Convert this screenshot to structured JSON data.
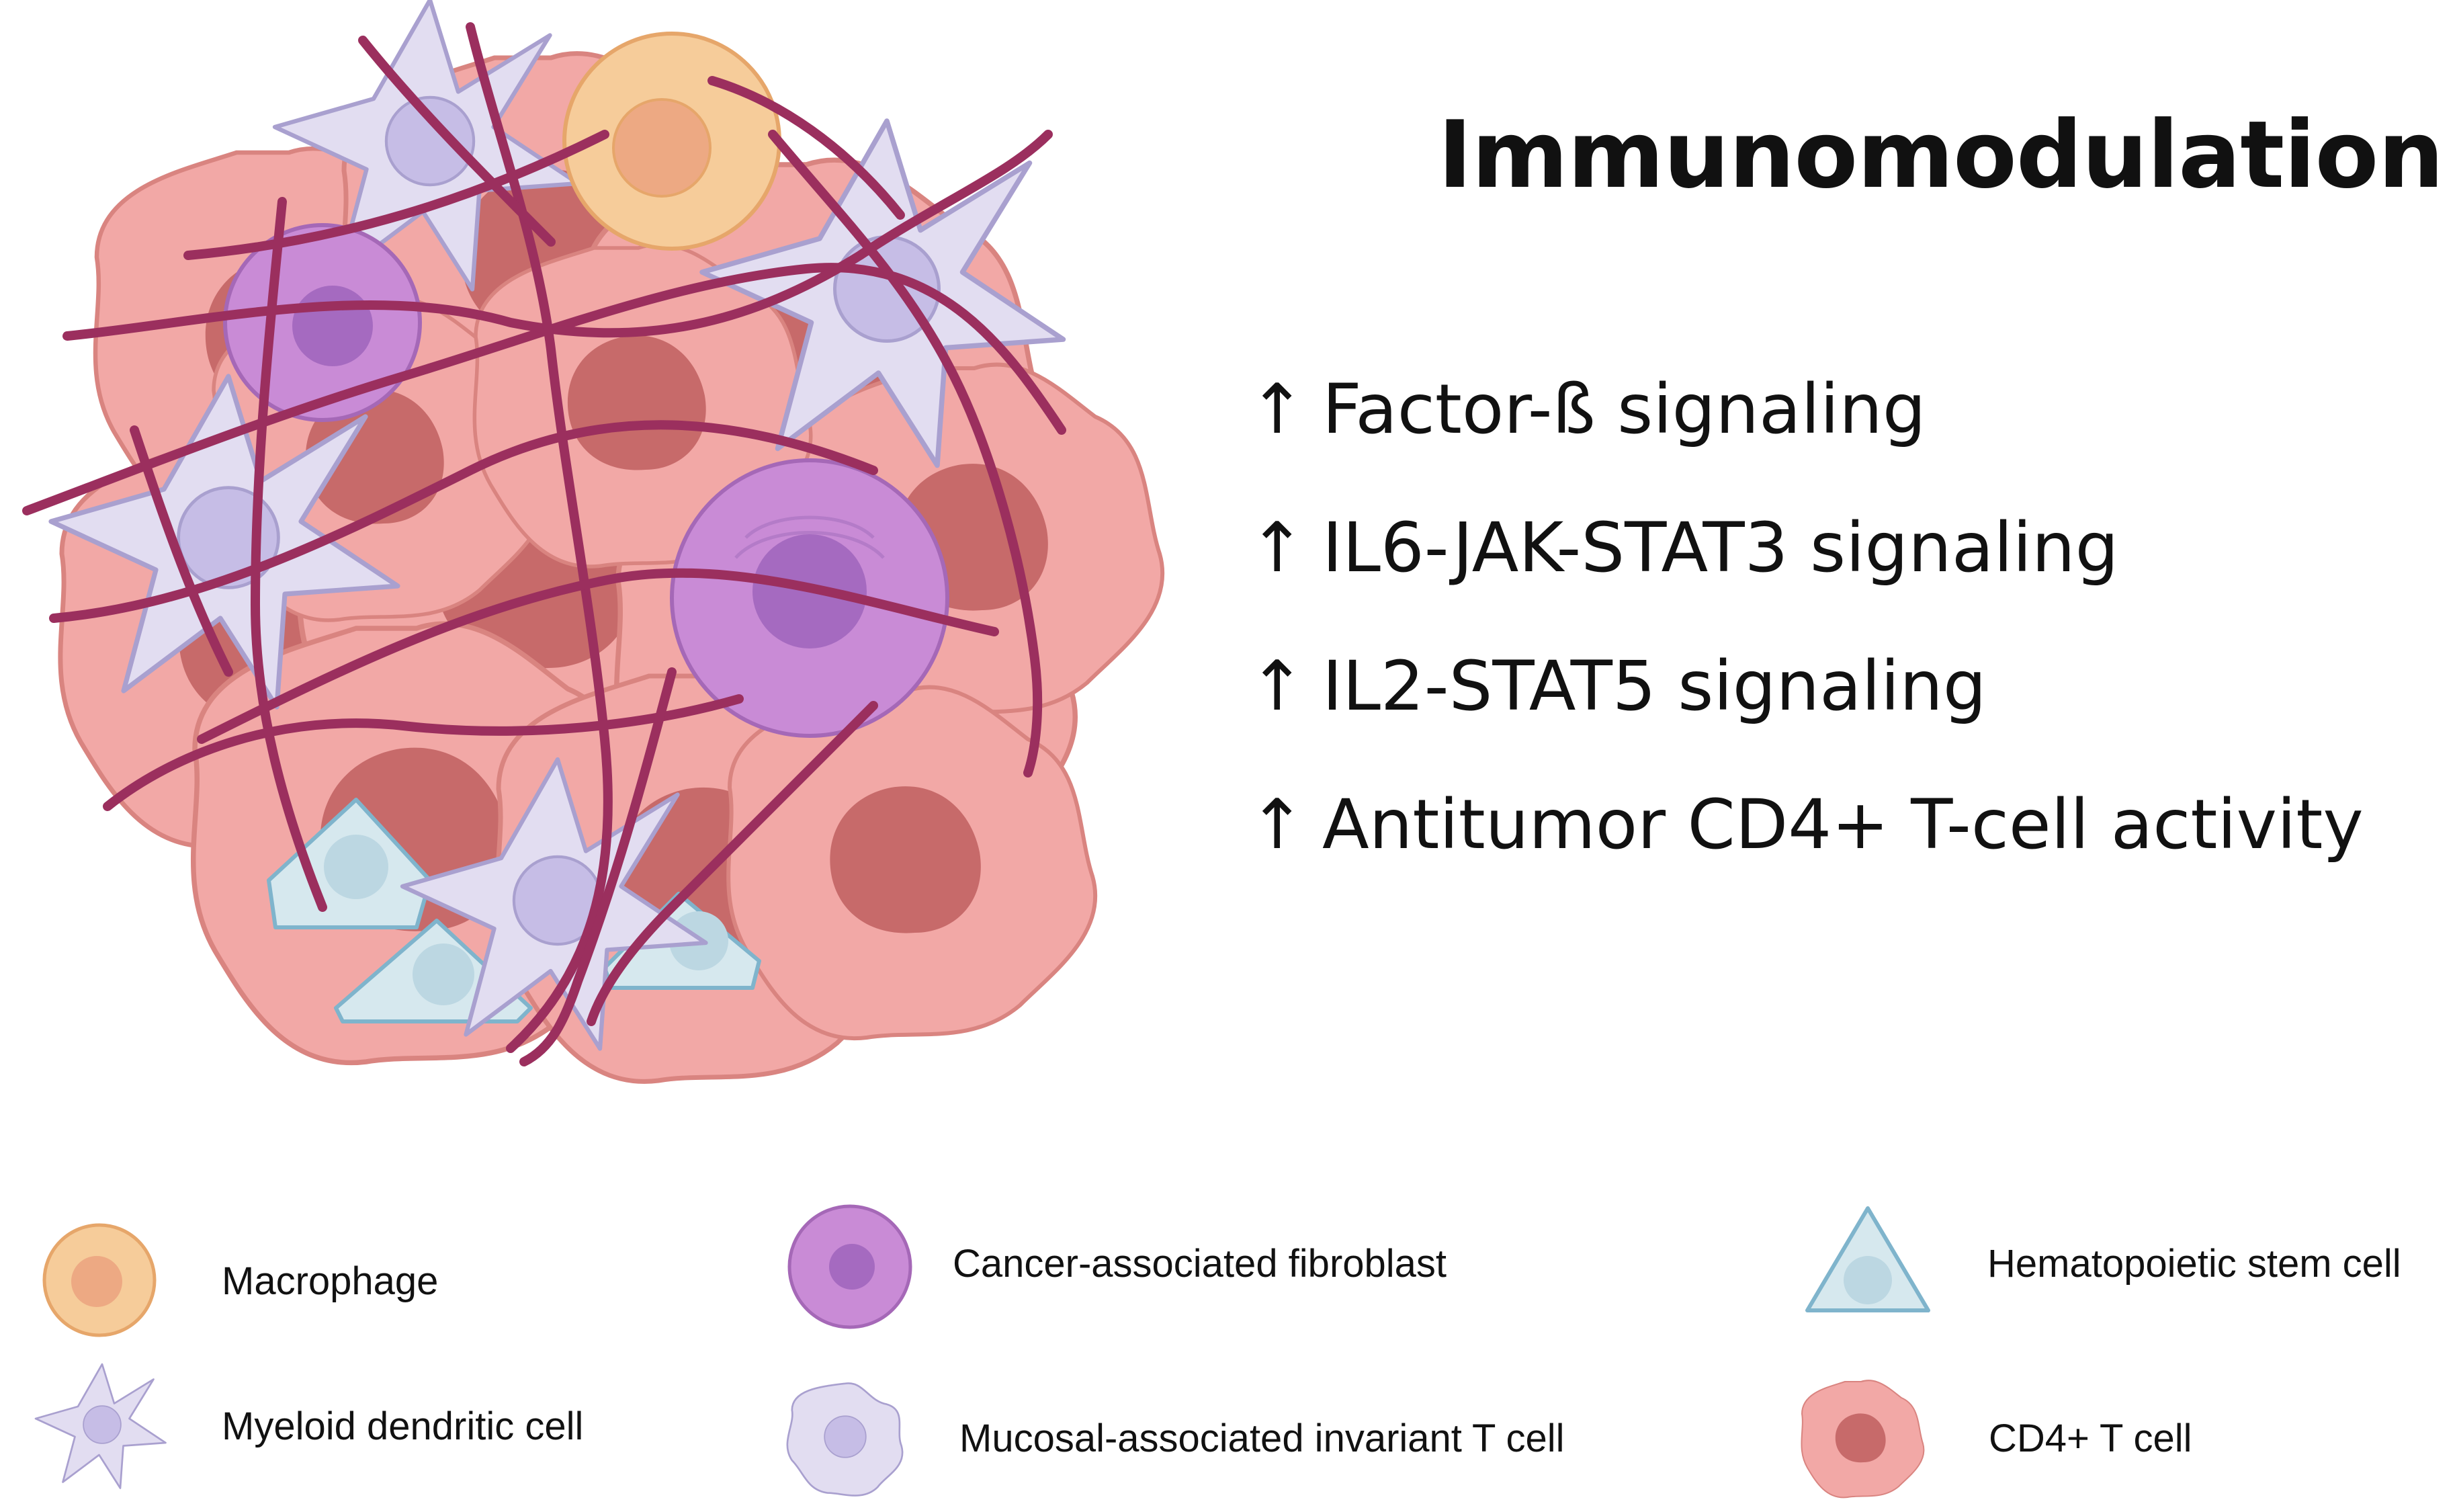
{
  "title": "Immunomodulation",
  "effects": [
    {
      "arrow": "↑",
      "text": "Factor-ß signaling"
    },
    {
      "arrow": "↑",
      "text": "IL6-JAK-STAT3 signaling"
    },
    {
      "arrow": "↑",
      "text": "IL2-STAT5 signaling"
    },
    {
      "arrow": "↑",
      "text": "Antitumor CD4+ T-cell activity"
    }
  ],
  "legend": [
    {
      "label": "Macrophage",
      "icon": "macrophage-icon"
    },
    {
      "label": "Cancer-associated fibroblast",
      "icon": "fibroblast-icon"
    },
    {
      "label": "Hematopoietic stem cell",
      "icon": "stem-cell-icon"
    },
    {
      "label": "Myeloid dendritic cell",
      "icon": "dendritic-cell-icon"
    },
    {
      "label": "Mucosal-associated invariant T cell",
      "icon": "mait-cell-icon"
    },
    {
      "label": "CD4+ T cell",
      "icon": "cd4-t-cell-icon"
    }
  ],
  "colors": {
    "macrophage": "#F6CC9A",
    "fibroblast": "#C98BD6",
    "stem_cell": "#D6E8EE",
    "dendritic": "#E2DDF1",
    "tcell": "#EE9F9C",
    "fiber": "#9B2F5E"
  }
}
